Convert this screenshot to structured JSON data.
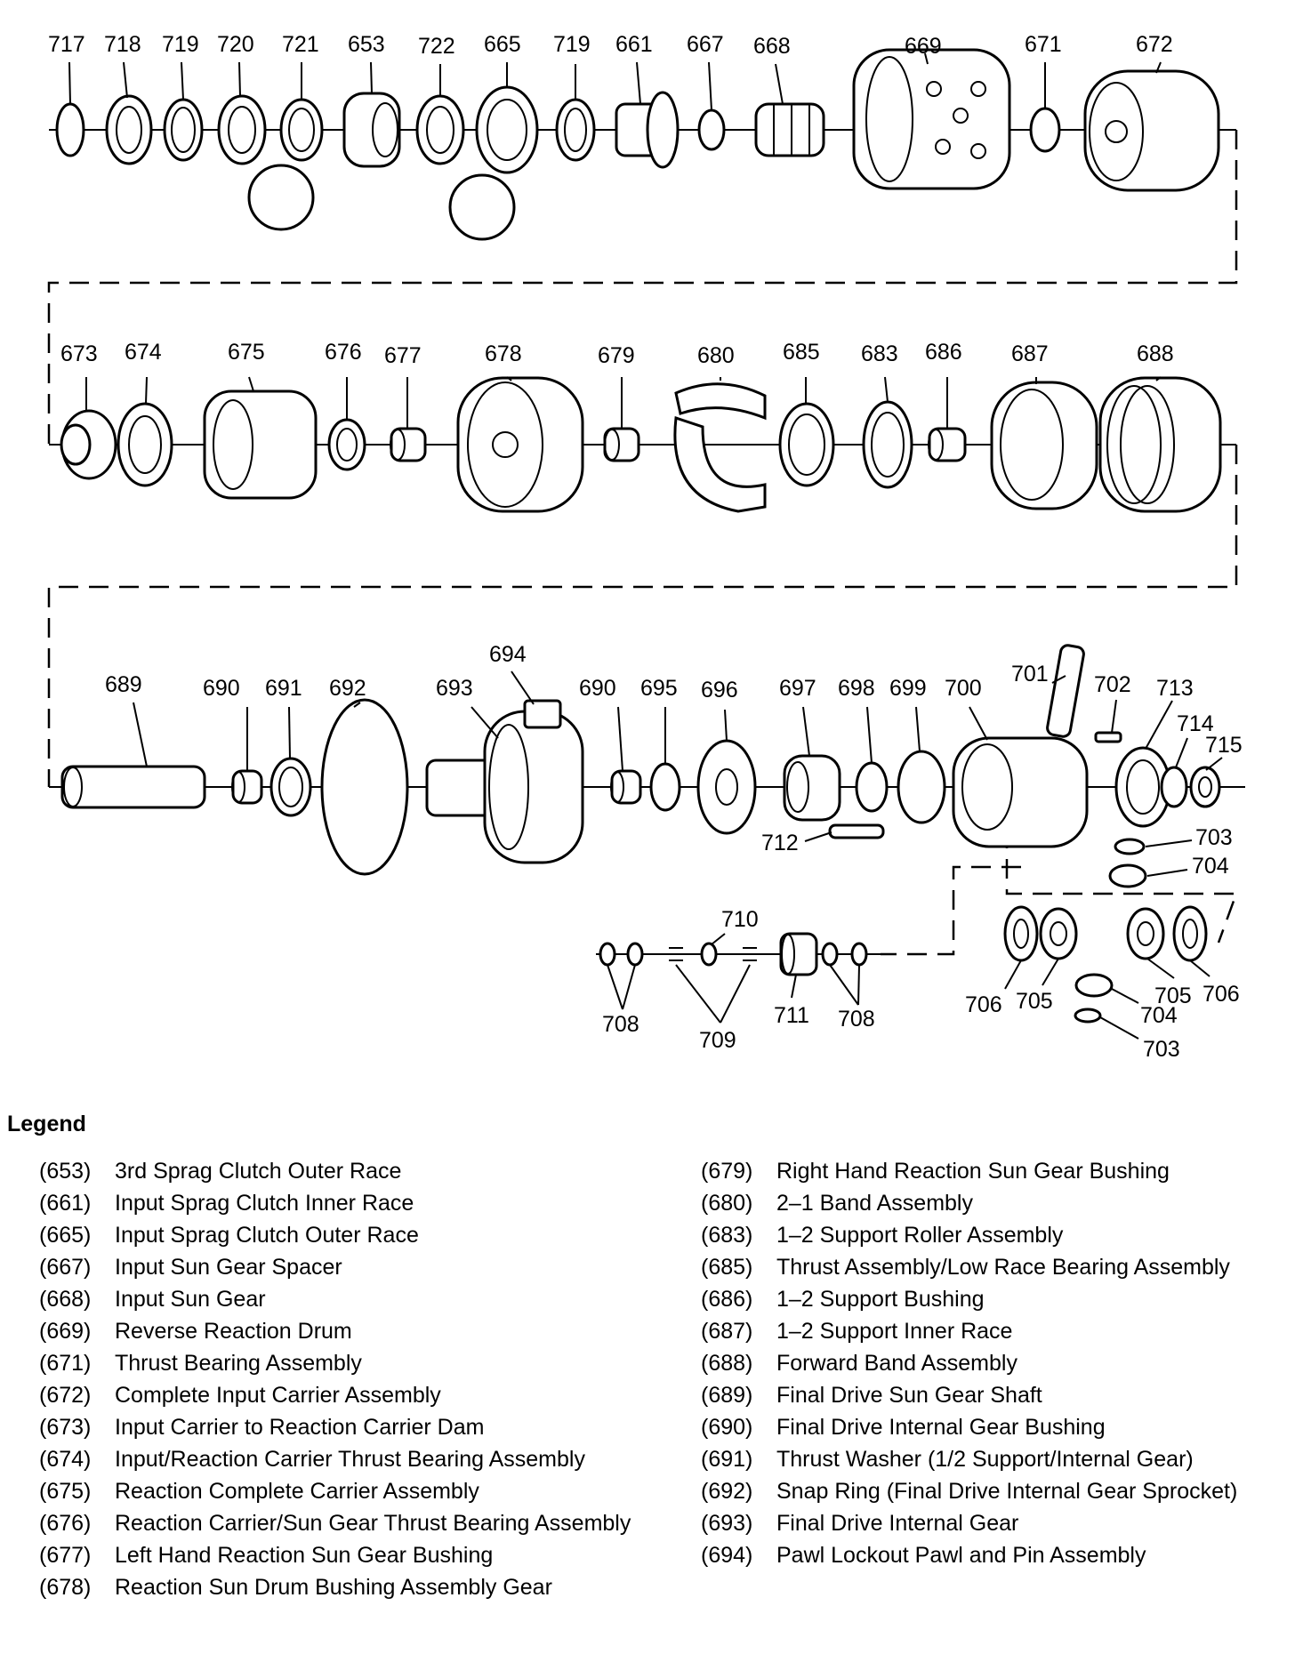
{
  "callouts": {
    "r1": [
      "717",
      "718",
      "719",
      "720",
      "721",
      "653",
      "722",
      "665",
      "719",
      "661",
      "667",
      "668",
      "669",
      "671",
      "672"
    ],
    "r2": [
      "673",
      "674",
      "675",
      "676",
      "677",
      "678",
      "679",
      "680",
      "685",
      "683",
      "686",
      "687",
      "688"
    ],
    "r3": [
      "689",
      "690",
      "691",
      "692",
      "694",
      "693",
      "690",
      "695",
      "696",
      "697",
      "698",
      "699",
      "700",
      "701",
      "702",
      "713",
      "714",
      "715"
    ],
    "r4": [
      "712",
      "703",
      "704",
      "710",
      "708",
      "709",
      "711",
      "708",
      "706",
      "705",
      "705",
      "706",
      "704",
      "703"
    ]
  },
  "legend": {
    "title": "Legend",
    "left": [
      {
        "num": "(653)",
        "text": "3rd Sprag Clutch Outer Race"
      },
      {
        "num": "(661)",
        "text": "Input Sprag Clutch Inner Race"
      },
      {
        "num": "(665)",
        "text": "Input Sprag Clutch Outer Race"
      },
      {
        "num": "(667)",
        "text": "Input Sun Gear Spacer"
      },
      {
        "num": "(668)",
        "text": "Input Sun Gear"
      },
      {
        "num": "(669)",
        "text": "Reverse Reaction Drum"
      },
      {
        "num": "(671)",
        "text": "Thrust Bearing Assembly"
      },
      {
        "num": "(672)",
        "text": "Complete Input Carrier Assembly"
      },
      {
        "num": "(673)",
        "text": "Input Carrier to Reaction Carrier Dam"
      },
      {
        "num": "(674)",
        "text": "Input/Reaction Carrier Thrust Bearing Assembly"
      },
      {
        "num": "(675)",
        "text": "Reaction Complete Carrier Assembly"
      },
      {
        "num": "(676)",
        "text": "Reaction Carrier/Sun Gear Thrust Bearing Assembly"
      },
      {
        "num": "(677)",
        "text": "Left Hand Reaction Sun Gear Bushing"
      },
      {
        "num": "(678)",
        "text": "Reaction Sun Drum Bushing Assembly Gear"
      }
    ],
    "right": [
      {
        "num": "(679)",
        "text": "Right Hand Reaction Sun Gear Bushing"
      },
      {
        "num": "(680)",
        "text": "2–1 Band Assembly"
      },
      {
        "num": "(683)",
        "text": "1–2 Support Roller Assembly"
      },
      {
        "num": "(685)",
        "text": "Thrust Assembly/Low Race Bearing Assembly"
      },
      {
        "num": "(686)",
        "text": "1–2 Support Bushing"
      },
      {
        "num": "(687)",
        "text": "1–2 Support Inner Race"
      },
      {
        "num": "(688)",
        "text": "Forward Band Assembly"
      },
      {
        "num": "(689)",
        "text": "Final Drive Sun Gear Shaft"
      },
      {
        "num": "(690)",
        "text": "Final Drive Internal Gear Bushing"
      },
      {
        "num": "(691)",
        "text": "Thrust Washer (1/2 Support/Internal Gear)"
      },
      {
        "num": "(692)",
        "text": "Snap Ring (Final Drive Internal Gear Sprocket)"
      },
      {
        "num": "(693)",
        "text": "Final Drive Internal Gear"
      },
      {
        "num": "(694)",
        "text": "Pawl Lockout Pawl and Pin Assembly"
      }
    ]
  }
}
